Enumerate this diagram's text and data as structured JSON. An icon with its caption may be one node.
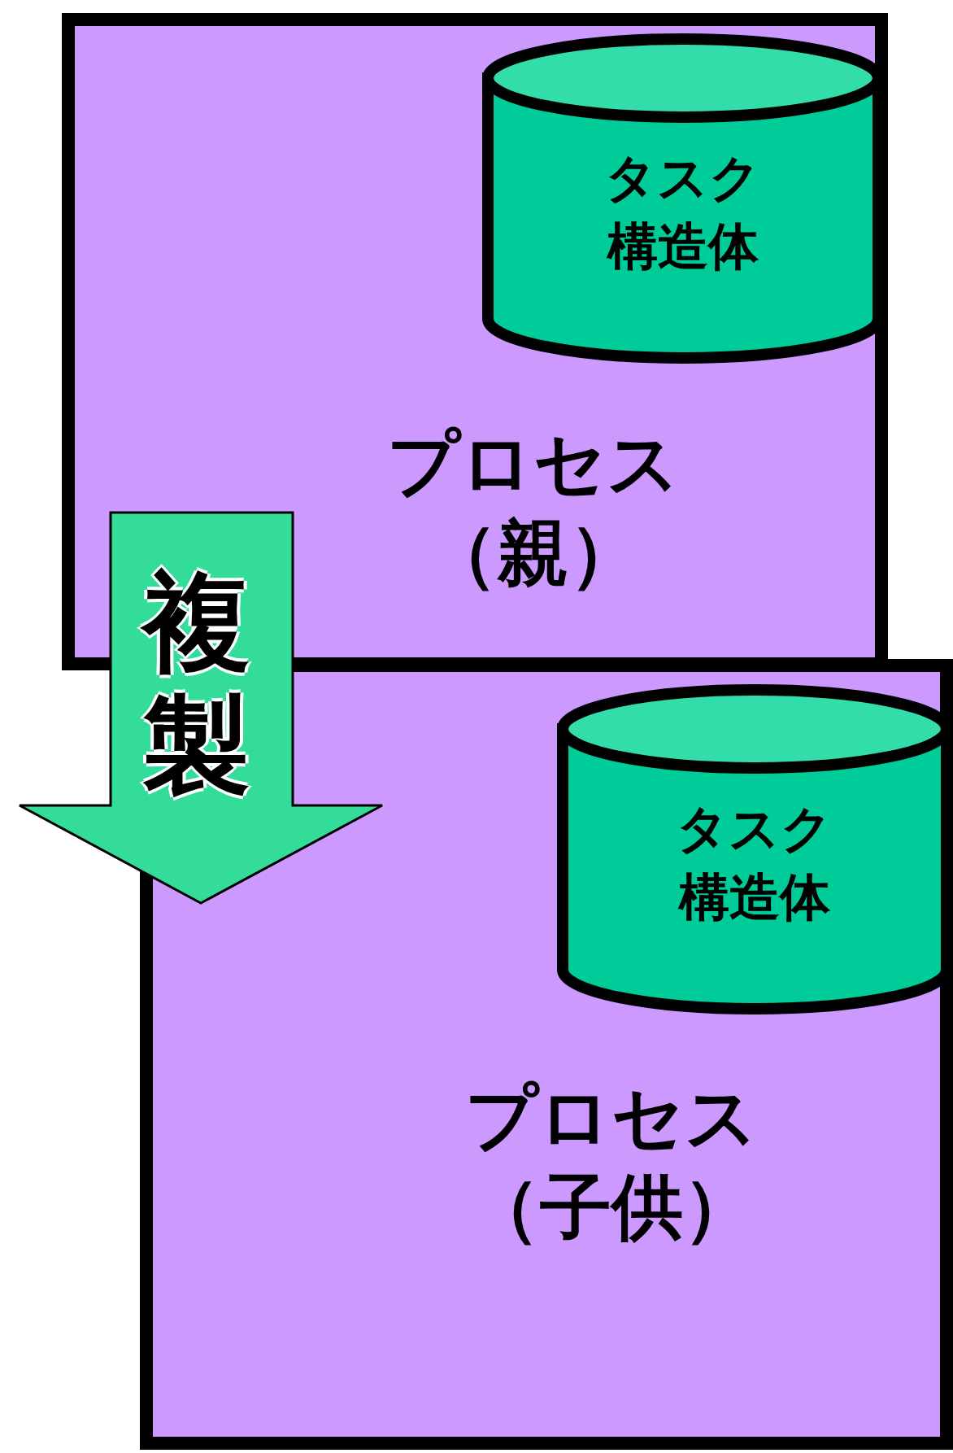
{
  "diagram": {
    "nodes": [
      {
        "text": [
          "プロセス（親）"
        ]
      },
      {
        "text": [
          "タスク構造体"
        ],
        "in": 0
      },
      {
        "text": [
          "プロセス（子供）"
        ]
      },
      {
        "text": [
          "タスク構造体"
        ],
        "in": 2
      }
    ],
    "edges": [
      {
        "from": 0,
        "to": 2,
        "arrow": "to",
        "label": "複製"
      }
    ]
  }
}
